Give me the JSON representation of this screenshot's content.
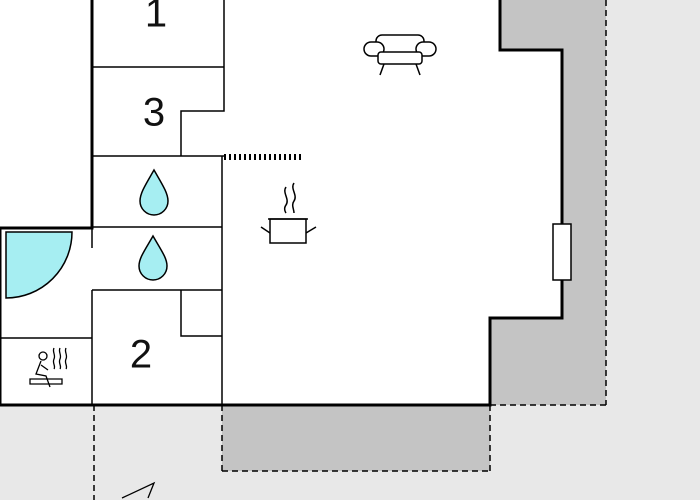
{
  "rooms": {
    "room_1_label": "1",
    "room_2_label": "2",
    "room_3_label": "3"
  },
  "icons": {
    "living_room": "sofa-icon",
    "kitchen": "cooking-pot-icon",
    "bathroom_1": "water-drop-icon",
    "bathroom_2": "water-drop-icon",
    "sauna": "sauna-icon",
    "door_swing": "door-swing-icon",
    "window": "window-icon",
    "compass": "north-arrow-icon"
  },
  "colors": {
    "wall": "#000000",
    "floor": "#ffffff",
    "terrace": "#c4c4c4",
    "outside": "#e8e8e8",
    "water": "#a6eef2",
    "door_fill": "#a6eef2"
  }
}
